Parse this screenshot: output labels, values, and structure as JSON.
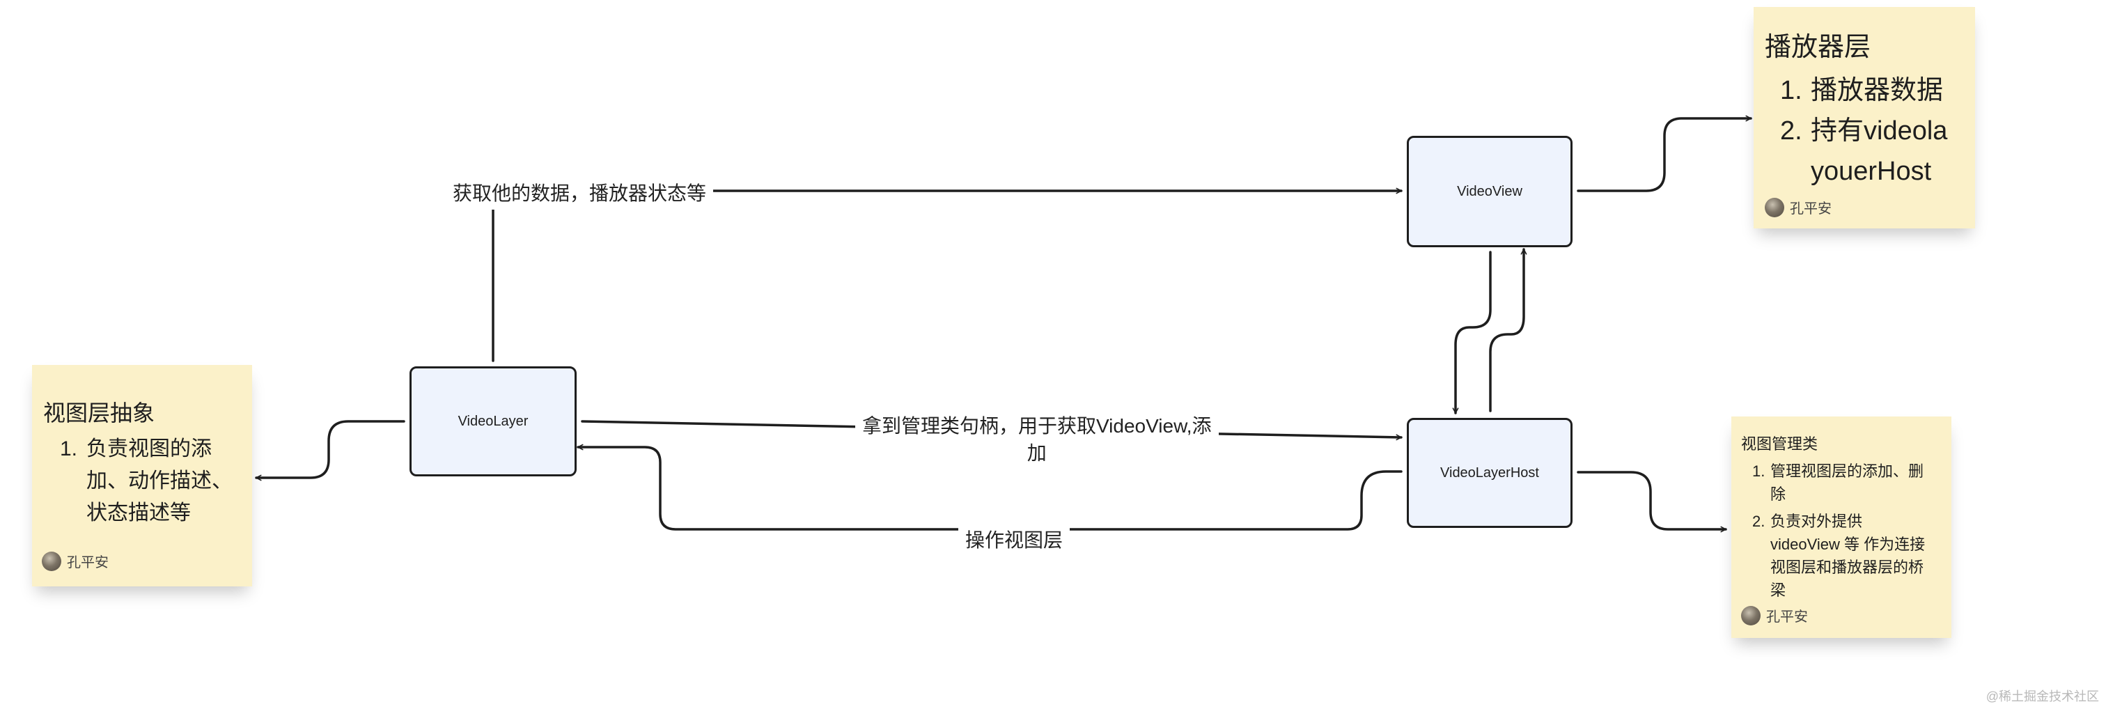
{
  "nodes": {
    "video_layer": "VideoLayer",
    "video_view": "VideoView",
    "video_layer_host": "VideoLayerHost"
  },
  "edges": {
    "get_data": "获取他的数据，播放器状态等",
    "get_handle_line1": "拿到管理类句柄，用于获取VideoView,添",
    "get_handle_line2": "加",
    "operate_view": "操作视图层"
  },
  "notes": {
    "view_layer": {
      "title": "视图层抽象",
      "items": [
        {
          "num": "1.",
          "lines": [
            "负责视图的添",
            "加、动作描述、",
            "状态描述等"
          ]
        }
      ],
      "author": "孔平安"
    },
    "player_layer": {
      "title": "播放器层",
      "items": [
        {
          "num": "1.",
          "lines": [
            "播放器数据"
          ]
        },
        {
          "num": "2.",
          "lines": [
            "持有videola",
            "youerHost"
          ]
        }
      ],
      "author": "孔平安"
    },
    "view_manager": {
      "title": "视图管理类",
      "items": [
        {
          "num": "1.",
          "lines": [
            "管理视图层的添加、删",
            "除"
          ]
        },
        {
          "num": "2.",
          "lines": [
            "负责对外提供",
            "videoView 等 作为连接",
            "视图层和播放器层的桥",
            "梁"
          ]
        }
      ],
      "author": "孔平安"
    }
  },
  "watermark": "@稀土掘金技术社区",
  "colors": {
    "node_fill": "#eef3fd",
    "node_border": "#1e1e1e",
    "sticky": "#fbf1c9",
    "arrow": "#1e1e1e"
  }
}
